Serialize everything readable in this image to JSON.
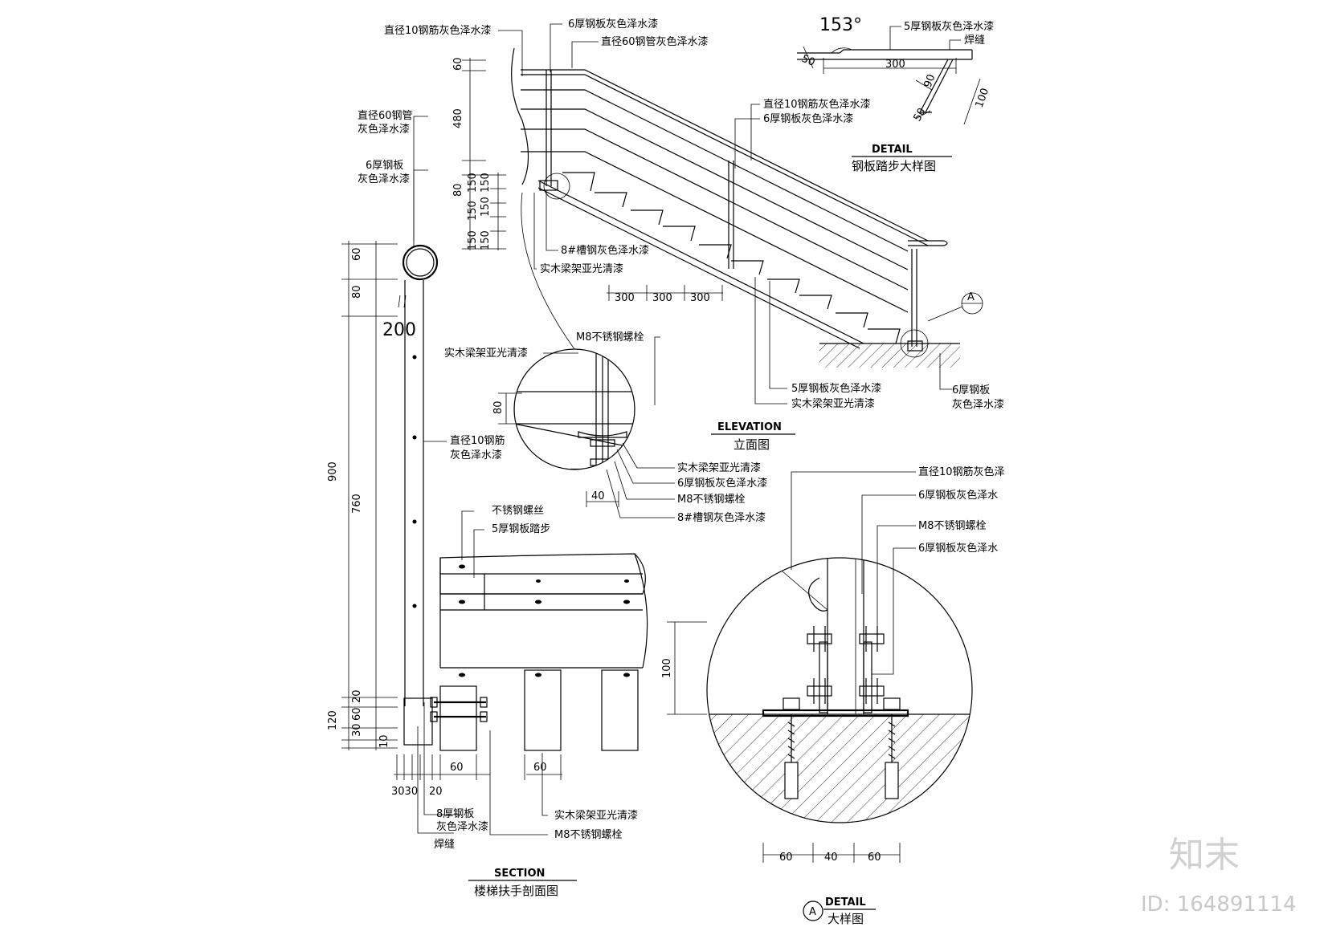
{
  "section_view": {
    "title_en": "SECTION",
    "title_cn": "楼梯扶手剖面图",
    "labels": {
      "pipe": "直径60钢管",
      "pipe2": "灰色泽水漆",
      "plate6": "6厚钢板",
      "plate6b": "灰色泽水漆",
      "rod10": "直径10钢筋",
      "rod10b": "灰色泽水漆",
      "screw": "不锈钢螺丝",
      "tread5": "5厚钢板踏步",
      "plate8": "8厚钢板",
      "plate8b": "灰色泽水漆",
      "weld": "焊缝",
      "wood": "实木梁架亚光清漆",
      "bolt": "M8不锈钢螺栓"
    },
    "dims": {
      "d60": "60",
      "d80": "80",
      "d200": "200",
      "d900": "900",
      "d760": "760",
      "d20": "20",
      "d60b": "60",
      "d120": "120",
      "d30": "30",
      "d10": "10",
      "bottom_a": "3030",
      "bottom_b": "20",
      "w60a": "60",
      "w60b": "60"
    }
  },
  "elevation_view": {
    "title_en": "ELEVATION",
    "title_cn": "立面图",
    "labels": {
      "rod10": "直径10钢筋灰色泽水漆",
      "plate6": "6厚钢板灰色泽水漆",
      "pipe60": "直径60钢管灰色泽水漆",
      "rod10b": "直径10钢筋灰色泽水漆",
      "plate6b": "6厚钢板灰色泽水漆",
      "channel8": "8#槽钢灰色泽水漆",
      "wood": "实木梁架亚光清漆",
      "plate5": "5厚钢板灰色泽水漆",
      "wood2": "实木梁架亚光清漆",
      "plate6c": "6厚钢板",
      "plate6c2": "灰色泽水漆",
      "marker": "A",
      "bolt_m8": "M8不锈钢螺栓",
      "zoom_wood": "实木梁架亚光清漆",
      "zoom_wood2": "实木梁架亚光清漆",
      "zoom_plate6": "6厚钢板灰色泽水漆",
      "zoom_bolt": "M8不锈钢螺栓",
      "zoom_channel": "8#槽钢灰色泽水漆"
    },
    "dims": {
      "h60": "60",
      "h480": "480",
      "h80": "80",
      "h150a": "150",
      "h150b": "150",
      "h150c": "150",
      "h150d": "150",
      "h150e": "150",
      "h150f": "150",
      "s300a": "300",
      "s300b": "300",
      "s300c": "300",
      "z80": "80",
      "z40": "40"
    }
  },
  "tread_detail": {
    "title_en": "DETAIL",
    "title_cn": "钢板踏步大样图",
    "labels": {
      "plate5": "5厚钢板灰色泽水漆",
      "weld": "焊缝"
    },
    "dims": {
      "angle": "153°",
      "d50a": "50",
      "d300": "300",
      "d90": "90",
      "d100": "100",
      "d50b": "50"
    }
  },
  "detail_a": {
    "title_en": "DETAIL",
    "title_cn": "大样图",
    "marker": "A",
    "labels": {
      "rod10": "直径10钢筋灰色泽",
      "plate6": "6厚钢板灰色泽水",
      "bolt": "M8不锈钢螺栓",
      "plate6b": "6厚钢板灰色泽水"
    },
    "dims": {
      "h100": "100",
      "w60a": "60",
      "w40": "40",
      "w60b": "60"
    }
  },
  "watermark": {
    "brand": "知末",
    "id": "ID: 164891114"
  }
}
